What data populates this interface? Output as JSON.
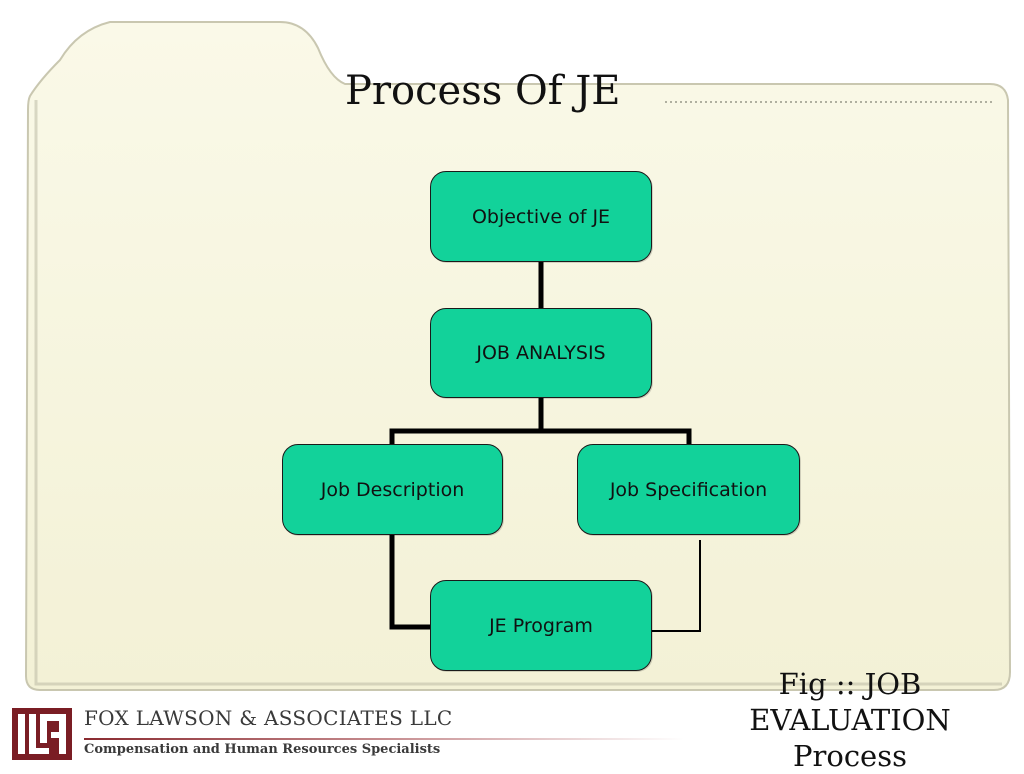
{
  "slide": {
    "title": "Process Of JE",
    "caption": "Fig :: JOB EVALUATION Process"
  },
  "diagram": {
    "nodes": {
      "objective": "Objective of JE",
      "analysis": "JOB ANALYSIS",
      "description": "Job Description",
      "specification": "Job Specification",
      "program": "JE Program"
    },
    "edges": [
      [
        "objective",
        "analysis"
      ],
      [
        "analysis",
        "description"
      ],
      [
        "analysis",
        "specification"
      ],
      [
        "description",
        "program"
      ],
      [
        "specification",
        "program"
      ]
    ]
  },
  "logo": {
    "name": "FOX LAWSON & ASSOCIATES LLC",
    "tagline": "Compensation and Human Resources Specialists"
  },
  "colors": {
    "node_fill": "#12d29a",
    "folder_fill": "#f6f5df",
    "logo_accent": "#7a1d24"
  }
}
